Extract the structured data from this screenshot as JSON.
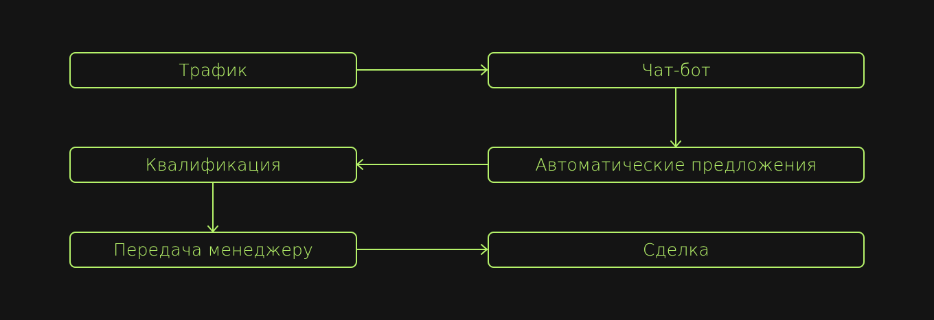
{
  "diagram": {
    "background": "#141414",
    "accent": "#b6f36a",
    "nodes": [
      {
        "id": "traffic",
        "label": "Трафик"
      },
      {
        "id": "chatbot",
        "label": "Чат-бот"
      },
      {
        "id": "auto_offers",
        "label": "Автоматические предложения"
      },
      {
        "id": "qualification",
        "label": "Квалификация"
      },
      {
        "id": "handoff",
        "label": "Передача менеджеру"
      },
      {
        "id": "deal",
        "label": "Сделка"
      }
    ],
    "edges": [
      {
        "from": "traffic",
        "to": "chatbot"
      },
      {
        "from": "chatbot",
        "to": "auto_offers"
      },
      {
        "from": "auto_offers",
        "to": "qualification"
      },
      {
        "from": "qualification",
        "to": "handoff"
      },
      {
        "from": "handoff",
        "to": "deal"
      }
    ]
  }
}
